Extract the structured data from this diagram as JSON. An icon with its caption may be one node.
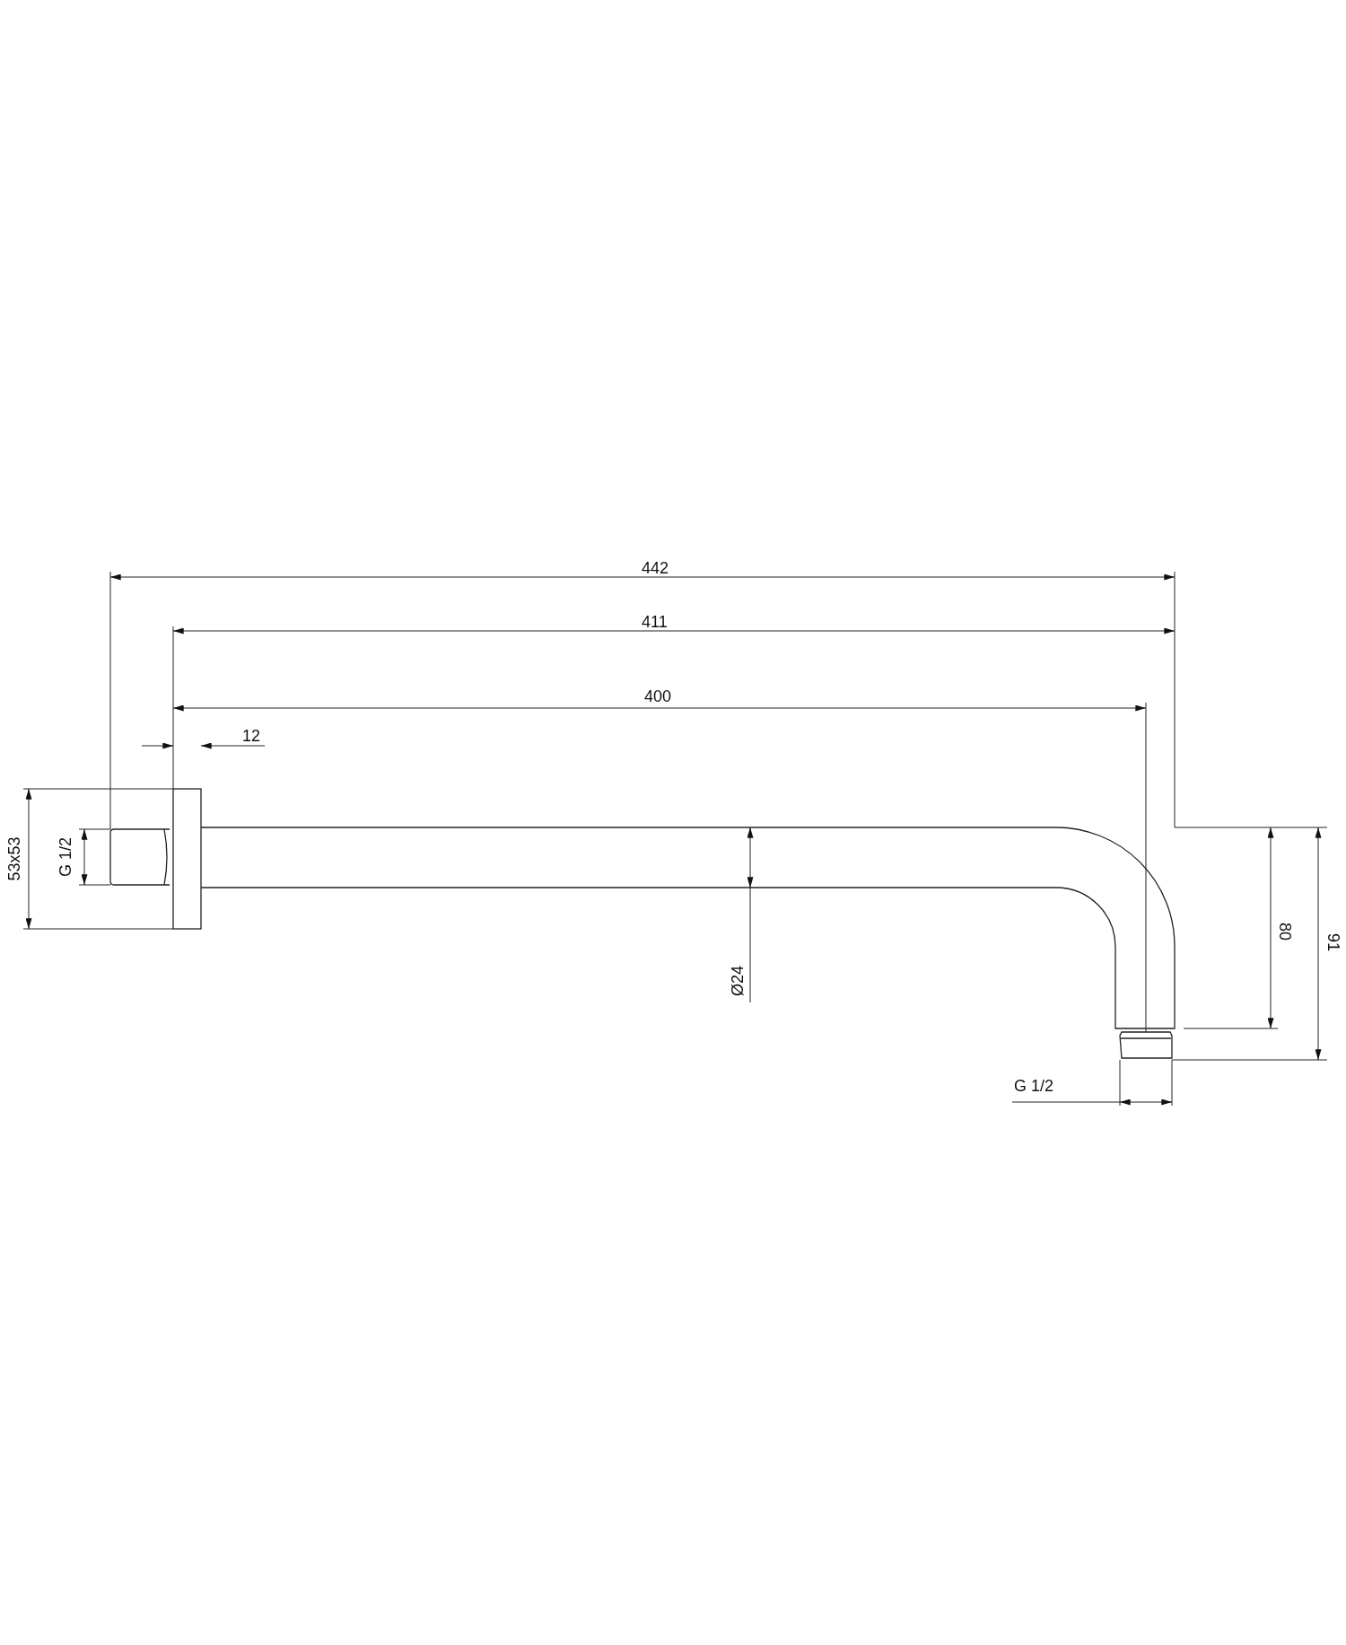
{
  "diagram": {
    "labels": [
      "442",
      "411",
      "400",
      "12",
      "53x53",
      "G 1/2",
      "Ø24",
      "80",
      "91",
      "G 1/2"
    ]
  }
}
